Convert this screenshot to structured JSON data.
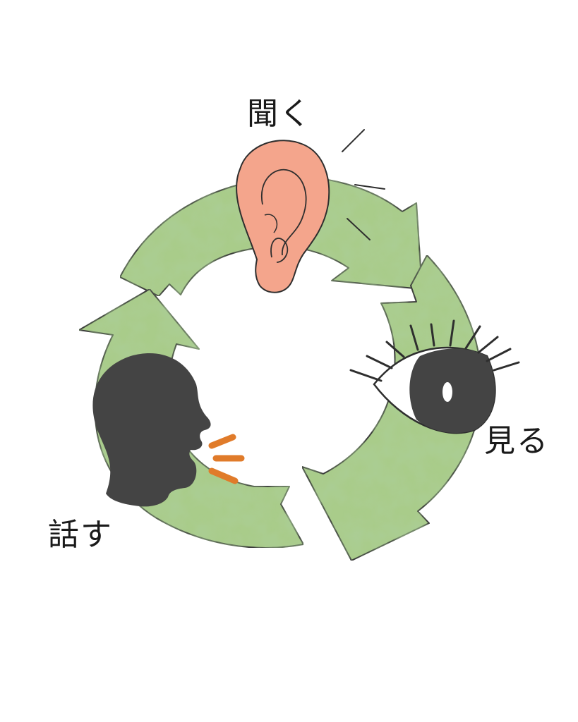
{
  "labels": {
    "listen": "聞く",
    "see": "見る",
    "speak": "話す"
  },
  "icons": {
    "top": "ear-icon",
    "right": "eye-icon",
    "left": "speaking-head-icon"
  },
  "colors": {
    "arrow_fill": "#a9cc8a",
    "arrow_texture": "#8fbb70",
    "outline": "#3a3a3a",
    "ear": "#f4a58c",
    "eye_and_head": "#444444",
    "sound_lines": "#e07b2a"
  }
}
